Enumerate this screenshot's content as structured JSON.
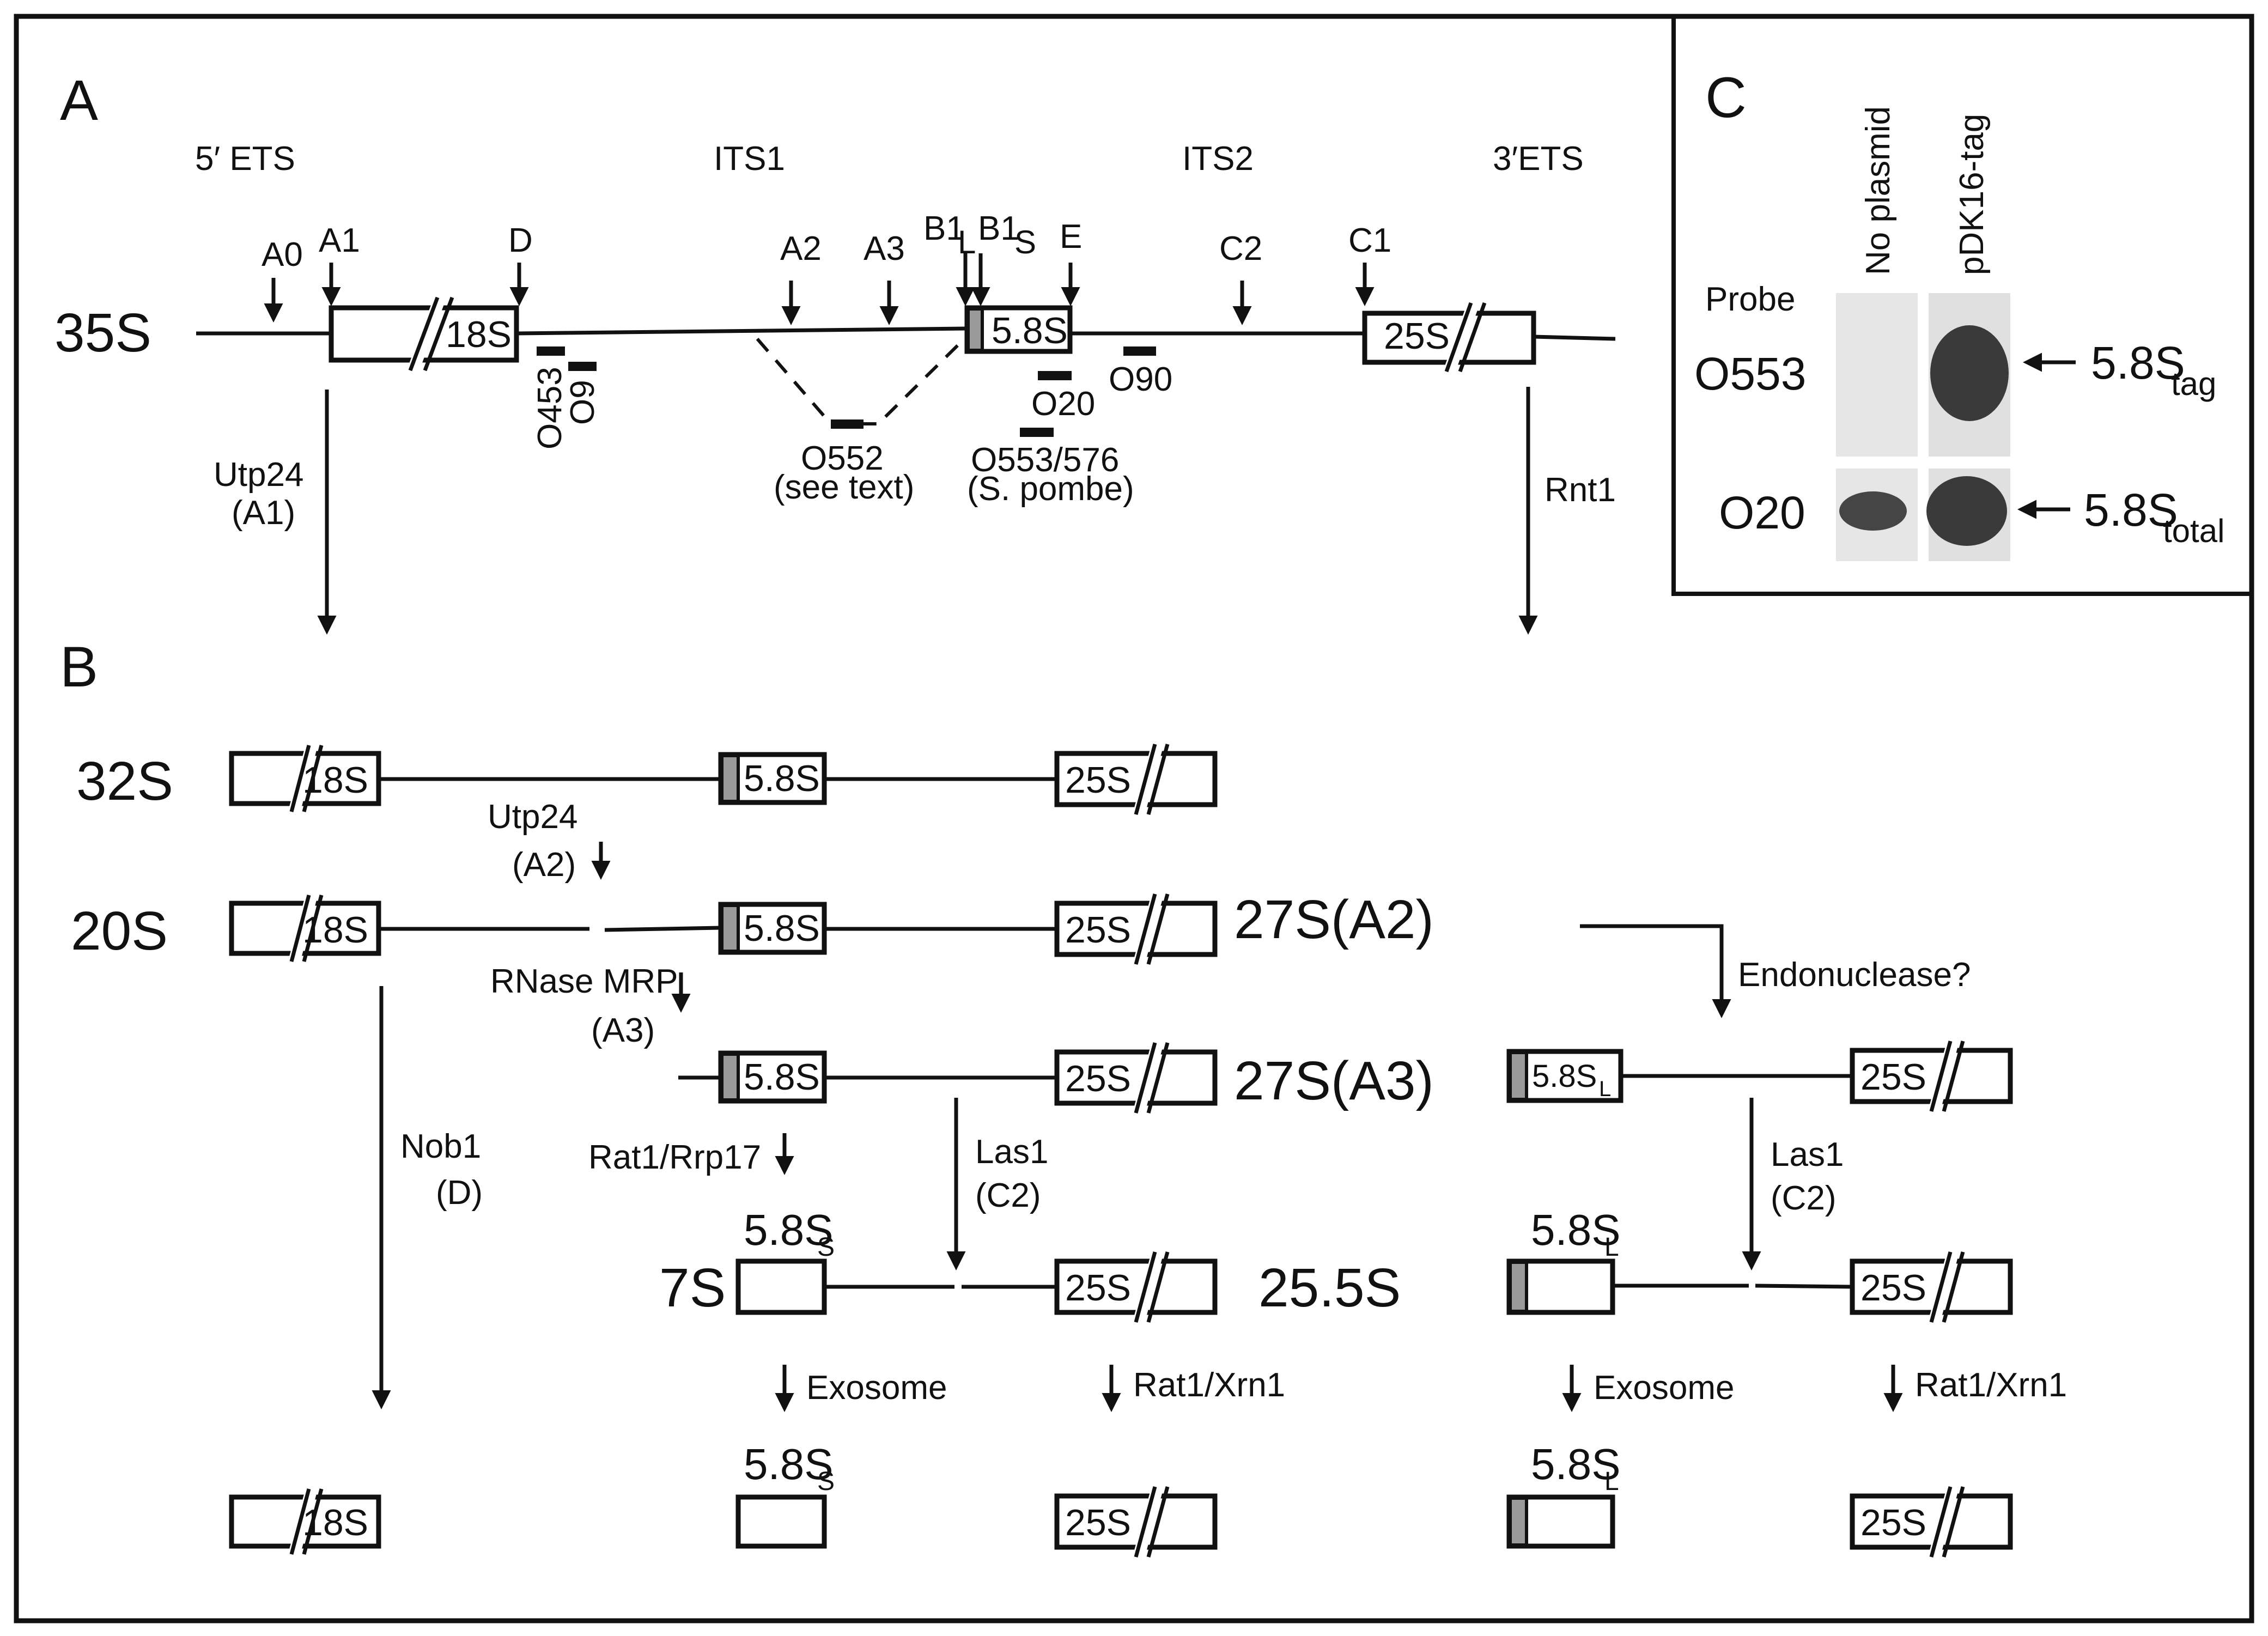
{
  "panels": {
    "a": "A",
    "b": "B",
    "c": "C"
  },
  "panel_a": {
    "regions": [
      "5′ ETS",
      "ITS1",
      "ITS2",
      "3′ETS"
    ],
    "precursor": "35S",
    "sites": {
      "a0": "A0",
      "a1": "A1",
      "d": "D",
      "a2": "A2",
      "a3": "A3",
      "b1": "B1",
      "b1l_sub": "L",
      "b1s_sub": "S",
      "e": "E",
      "c2": "C2",
      "c1": "C1"
    },
    "box_labels": {
      "r18s": "18S",
      "r58s": "5.8S",
      "r25s": "25S"
    },
    "probes": {
      "o453": "O453",
      "o9": "O9",
      "o20": "O20",
      "o90": "O90",
      "o552": "O552",
      "o552_note": "(see text)",
      "o553": "O553/576",
      "o553_note": "(S. pombe)"
    },
    "left_enzyme": "Utp24",
    "left_enzyme_site": "(A1)",
    "right_enzyme": "Rnt1"
  },
  "panel_b": {
    "species": {
      "s32": "32S",
      "s20": "20S",
      "s27a2": "27S(A2)",
      "s27a3": "27S(A3)",
      "s7": "7S",
      "s255": "25.5S"
    },
    "box_labels": {
      "r18s": "18S",
      "r58s": "5.8S",
      "r25s": "25S",
      "r58s_l": "5.8S",
      "r58s_l_sub": "L"
    },
    "steps": {
      "utp24": "Utp24",
      "utp24_site": "(A2)",
      "mrp": "RNase MRP",
      "mrp_site": "(A3)",
      "rat1rrp17": "Rat1/Rrp17",
      "nob1": "Nob1",
      "nob1_site": "(D)",
      "las1": "Las1",
      "las1_site": "(C2)",
      "endo": "Endonuclease?",
      "exosome": "Exosome",
      "rat1xrn1": "Rat1/Xrn1"
    },
    "products": {
      "p58": "5.8S",
      "sub_s": "S",
      "sub_l": "L"
    }
  },
  "panel_c": {
    "lanes": [
      "No plasmid",
      "pDK16-tag"
    ],
    "probe_header": "Probe",
    "probes": [
      "O553",
      "O20"
    ],
    "bands": {
      "tag": "5.8S",
      "tag_sub": "tag",
      "total": "5.8S",
      "total_sub": "total"
    }
  }
}
